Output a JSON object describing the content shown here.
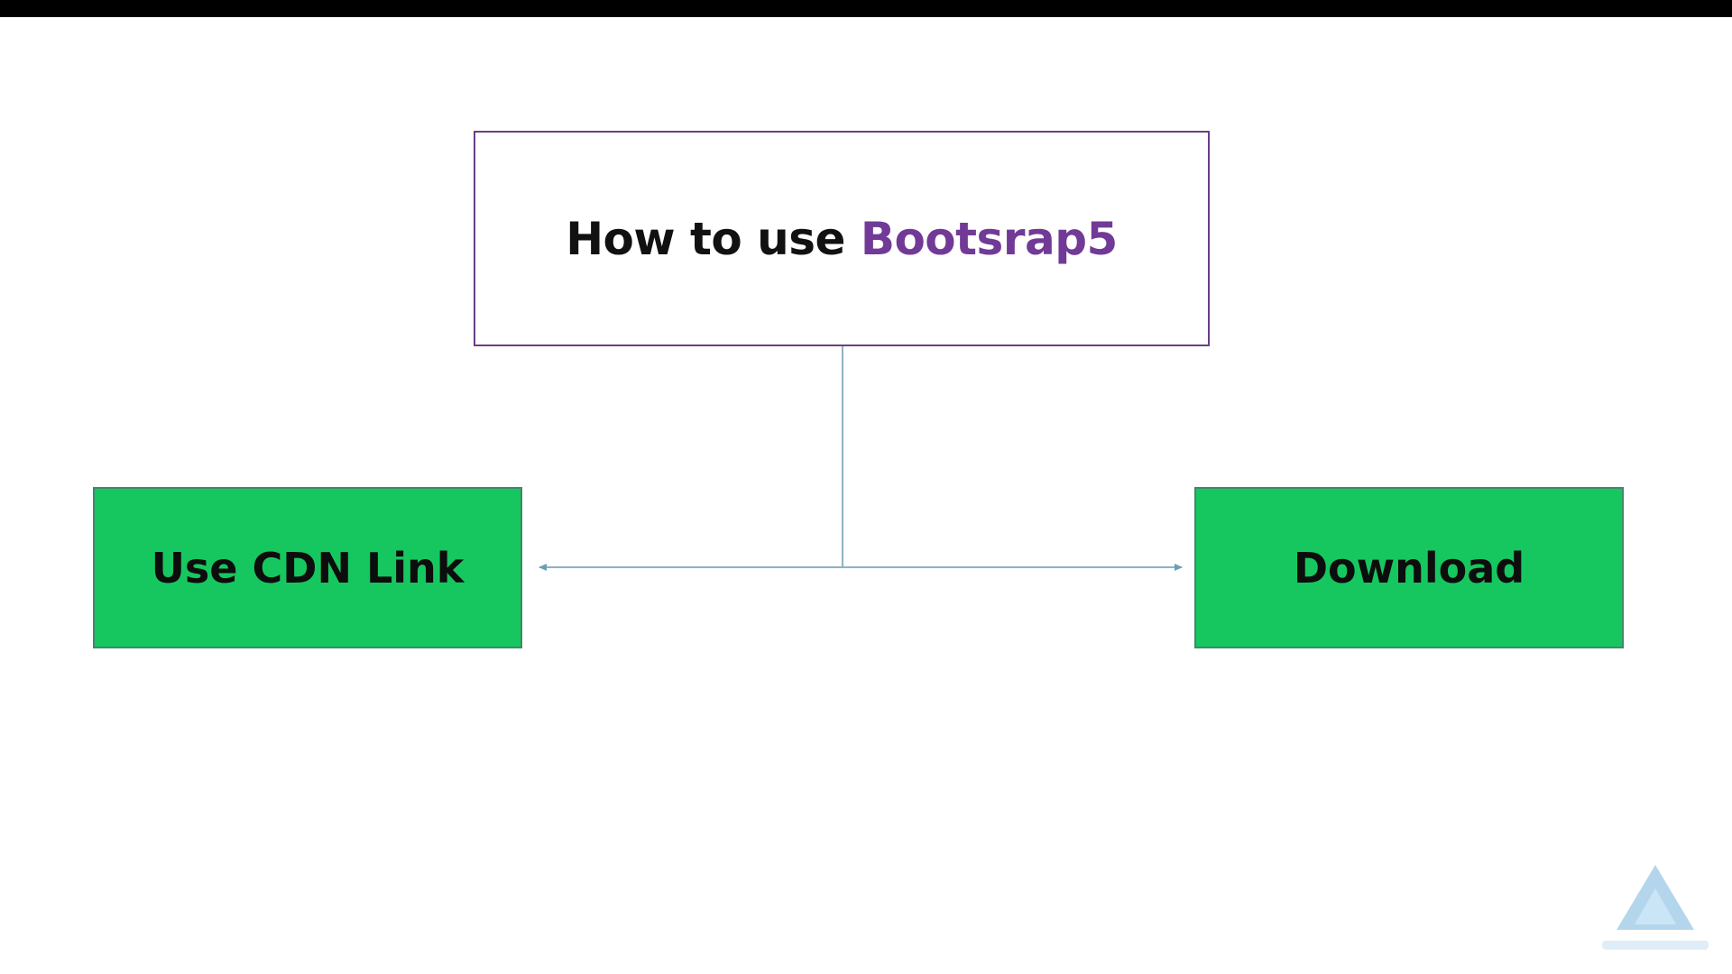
{
  "diagram": {
    "title_prefix": "How to use ",
    "title_accent": "Bootsrap5",
    "options": [
      {
        "label": "Use CDN Link"
      },
      {
        "label": "Download"
      }
    ]
  },
  "colors": {
    "title_border": "#6a3f86",
    "title_accent": "#713a96",
    "option_fill": "#16c75f",
    "connector": "#8fb2c4"
  },
  "icons": {
    "watermark": "triangle-logo-icon"
  }
}
